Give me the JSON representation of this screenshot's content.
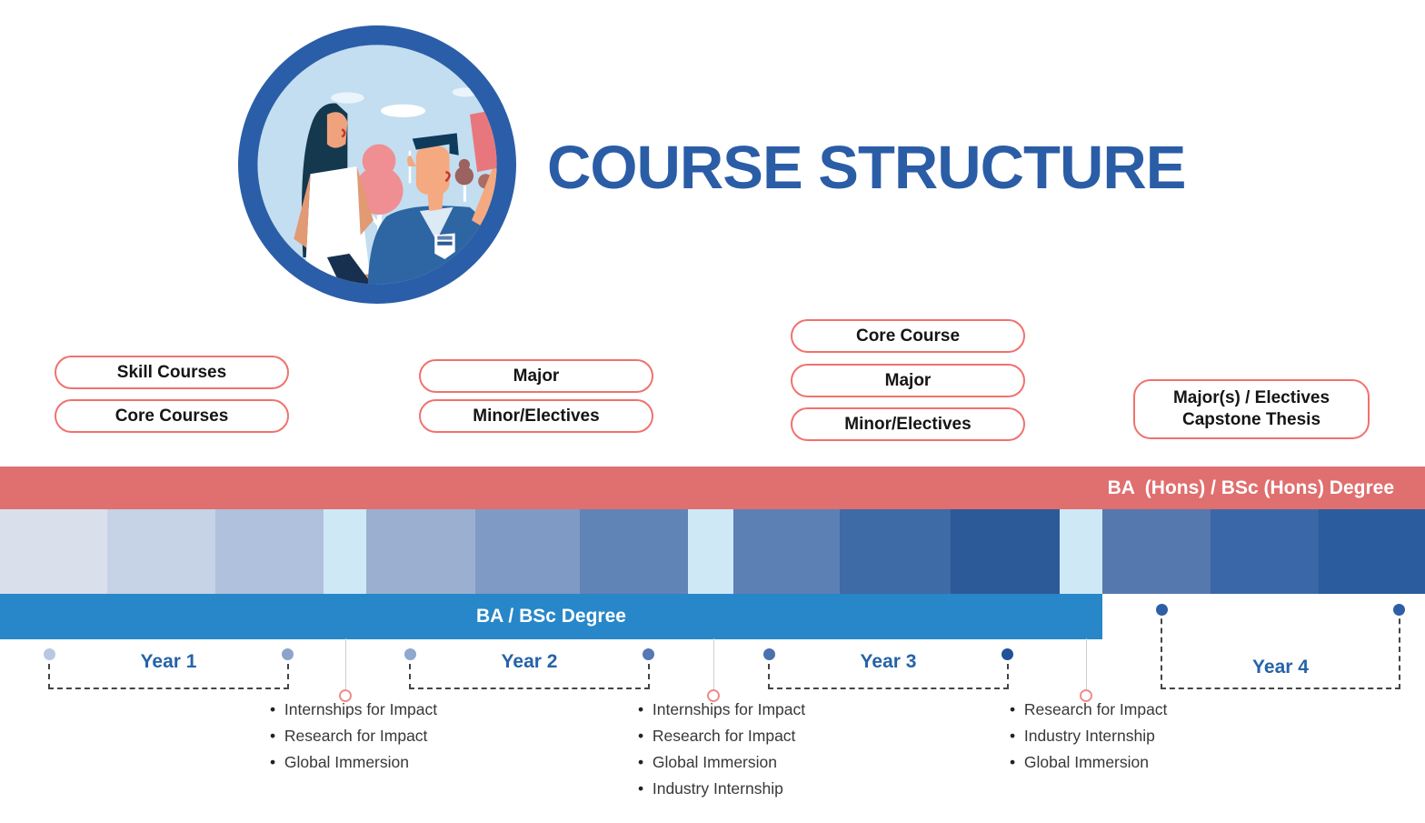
{
  "title": "COURSE STRUCTURE",
  "hero_illustration": "two students reading, circular badge",
  "pill_groups": [
    {
      "items": [
        {
          "label": "Skill Courses"
        },
        {
          "label": "Core Courses"
        }
      ]
    },
    {
      "items": [
        {
          "label": "Major"
        },
        {
          "label": "Minor/Electives"
        }
      ]
    },
    {
      "items": [
        {
          "label": "Core Course"
        },
        {
          "label": "Major"
        },
        {
          "label": "Minor/Electives"
        }
      ]
    },
    {
      "items": [
        {
          "label": "Major(s) / Electives",
          "label2": "Capstone Thesis"
        }
      ]
    }
  ],
  "bars": {
    "honours": {
      "label": "BA  (Hons) / BSc (Hons) Degree",
      "color": "#E06F6F"
    },
    "degree": {
      "label": "BA / BSc Degree",
      "color": "#2787C8"
    }
  },
  "timeline_segments": [
    {
      "width": 118,
      "color": "#D9E0EC"
    },
    {
      "width": 119,
      "color": "#C6D2E5"
    },
    {
      "width": 119,
      "color": "#AFC1DC"
    },
    {
      "width": 47,
      "color": "#CEE8F6"
    },
    {
      "width": 120,
      "color": "#9BB0D0"
    },
    {
      "width": 115,
      "color": "#7F9AC4"
    },
    {
      "width": 119,
      "color": "#6184B6"
    },
    {
      "width": 50,
      "color": "#CEE8F6"
    },
    {
      "width": 117,
      "color": "#5C80B4"
    },
    {
      "width": 122,
      "color": "#3E6AA6"
    },
    {
      "width": 120,
      "color": "#2C5A98"
    },
    {
      "width": 47,
      "color": "#CEE8F6"
    },
    {
      "width": 119,
      "color": "#5578AF"
    },
    {
      "width": 119,
      "color": "#3A67A7"
    },
    {
      "width": 117,
      "color": "#2A5C9E"
    }
  ],
  "years": [
    {
      "label": "Year 1",
      "dot_left": "#B7C8E1",
      "dot_right": "#8CA4CC"
    },
    {
      "label": "Year 2",
      "dot_left": "#8EA8CE",
      "dot_right": "#5578B5"
    },
    {
      "label": "Year 3",
      "dot_left": "#4A70AE",
      "dot_right": "#21529A"
    },
    {
      "label": "Year 4",
      "dot_left": "#2E5FA5",
      "dot_right": "#2E5FA5"
    }
  ],
  "milestones": [
    {
      "items": [
        "Internships for Impact",
        "Research for Impact",
        "Global Immersion"
      ]
    },
    {
      "items": [
        "Internships for Impact",
        "Research for Impact",
        "Global Immersion",
        "Industry Internship"
      ]
    },
    {
      "items": [
        "Research for Impact",
        "Industry Internship",
        "Global Immersion"
      ]
    }
  ],
  "accent_colors": {
    "pill_border": "#F0726E",
    "title_blue": "#2A5DA6",
    "connector_ring": "#F08C8C"
  }
}
